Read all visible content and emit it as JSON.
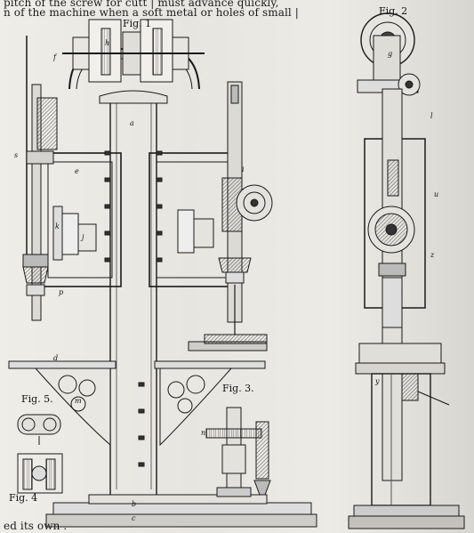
{
  "text": {
    "line1": "pitch of the screw for cutt",
    "line1_tail": "must advance quickly,",
    "line2": "n of the machine when a soft metal or holes of small",
    "line3": "ed its own ."
  },
  "figures": {
    "fig1": "Fig. 1",
    "fig2": "Fig. 2",
    "fig3": "Fig. 3.",
    "fig4": "Fig. 4",
    "fig5": "Fig. 5."
  },
  "letters": {
    "a": "a",
    "b": "b",
    "c": "c",
    "d": "d",
    "e": "e",
    "f": "f",
    "g": "g",
    "h": "h",
    "i": "i",
    "j": "j",
    "k": "k",
    "l": "l",
    "m": "m",
    "n": "n",
    "p": "p",
    "s": "s",
    "u": "u",
    "y": "y",
    "z": "z"
  }
}
